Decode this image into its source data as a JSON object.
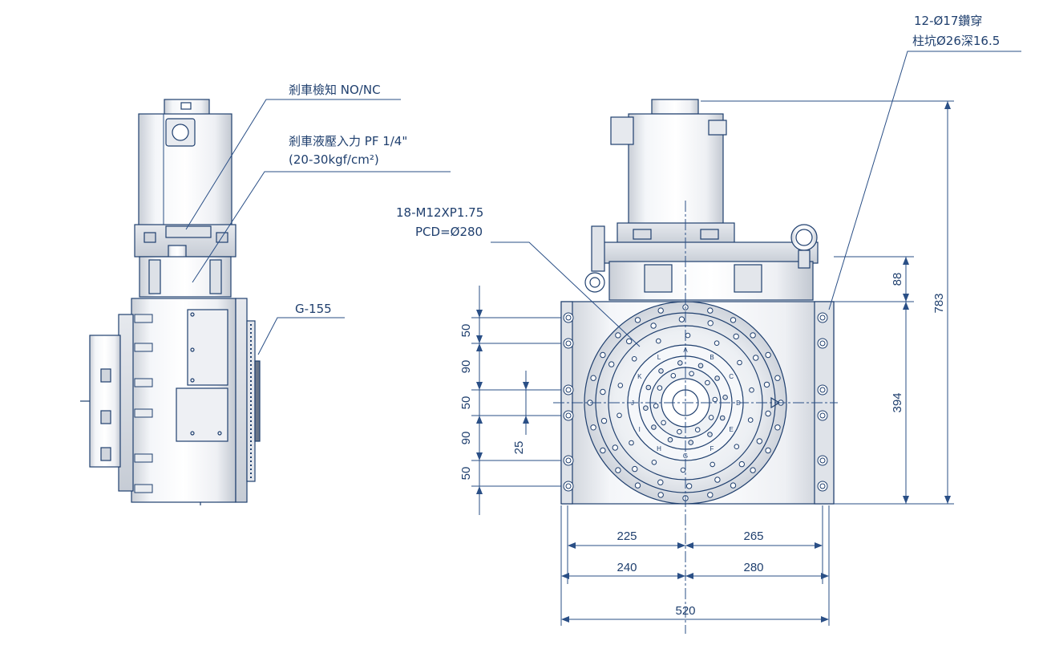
{
  "callouts": {
    "brake_detect": "剎車檢知 NO/NC",
    "brake_input_1": "剎車液壓入力 PF 1/4\"",
    "brake_input_2": "(20-30kgf/cm²)",
    "g155": "G-155",
    "m12_1": "18-M12XP1.75",
    "m12_2": "PCD=Ø280",
    "hole_1": "12-Ø17鑽穿",
    "hole_2": "柱坑Ø26深16.5"
  },
  "dimensions": {
    "left_50a": "50",
    "left_90a": "90",
    "left_50b": "50",
    "left_90b": "90",
    "left_50c": "50",
    "left_25": "25",
    "right_88": "88",
    "right_394": "394",
    "right_783": "783",
    "bottom_225": "225",
    "bottom_265": "265",
    "bottom_240": "240",
    "bottom_280": "280",
    "bottom_520": "520"
  },
  "ring_letters": [
    "A",
    "B",
    "C",
    "D",
    "E",
    "F",
    "G",
    "H",
    "I",
    "J",
    "K",
    "L"
  ],
  "colors": {
    "line": "#1f3f6e",
    "metal_light": "#f2f4f7",
    "metal_mid": "#d7dbe2",
    "metal_dark": "#aeb5c0"
  }
}
